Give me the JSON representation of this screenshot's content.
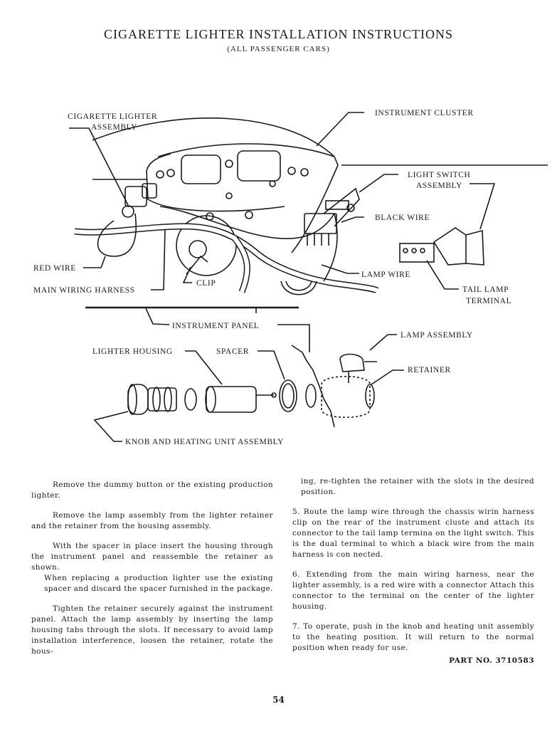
{
  "header": {
    "title": "CIGARETTE LIGHTER INSTALLATION INSTRUCTIONS",
    "subtitle": "(ALL PASSENGER CARS)"
  },
  "diagram": {
    "labels": {
      "cigarette_lighter_1": "CIGARETTE LIGHTER",
      "cigarette_lighter_2": "ASSEMBLY",
      "instrument_cluster": "INSTRUMENT CLUSTER",
      "light_switch_1": "LIGHT SWITCH",
      "light_switch_2": "ASSEMBLY",
      "black_wire": "BLACK WIRE",
      "red_wire": "RED WIRE",
      "lamp_wire": "LAMP WIRE",
      "main_wiring_harness": "MAIN WIRING HARNESS",
      "clip": "CLIP",
      "tail_lamp_1": "TAIL LAMP",
      "tail_lamp_2": "TERMINAL",
      "instrument_panel": "INSTRUMENT PANEL",
      "lamp_assembly": "LAMP ASSEMBLY",
      "lighter_housing": "LIGHTER HOUSING",
      "spacer": "SPACER",
      "retainer": "RETAINER",
      "knob_heating": "KNOB AND HEATING UNIT ASSEMBLY"
    }
  },
  "instructions": {
    "left": {
      "p1": "Remove the dummy button or the existing production lighter.",
      "p2": "Remove the lamp assembly from the lighter retainer and the retainer from the housing assembly.",
      "p3": "With the spacer in place insert the housing through the instrument panel and reassemble the retainer as shown.",
      "p3b": "When replacing a production lighter use the existing spacer and discard the spacer furnished in the package.",
      "p4": "Tighten the retainer securely against the instrument panel. Attach the lamp assembly by inserting the lamp housing tabs through the slots. If necessary to avoid lamp installation interference, loosen the retainer, rotate the hous-"
    },
    "right": {
      "p1": "ing, re-tighten the retainer with the slots in the desired position.",
      "p5": "5. Route the lamp wire through the chassis wirin harness clip on the rear of the instrument cluste and attach its connector to the tail lamp termina on the light switch. This is the dual terminal to which a black wire from the main harness is con nected.",
      "p6": "6. Extending from the main wiring harness, near the lighter assembly, is a red wire with a connector Attach this connector to the terminal on the center of the lighter housing.",
      "p7": "7. To operate, push in the knob and heating unit assembly to the heating position. It will return to the normal position when ready for use."
    }
  },
  "footer": {
    "part_no": "PART NO. 3710583",
    "page_number": "54"
  }
}
